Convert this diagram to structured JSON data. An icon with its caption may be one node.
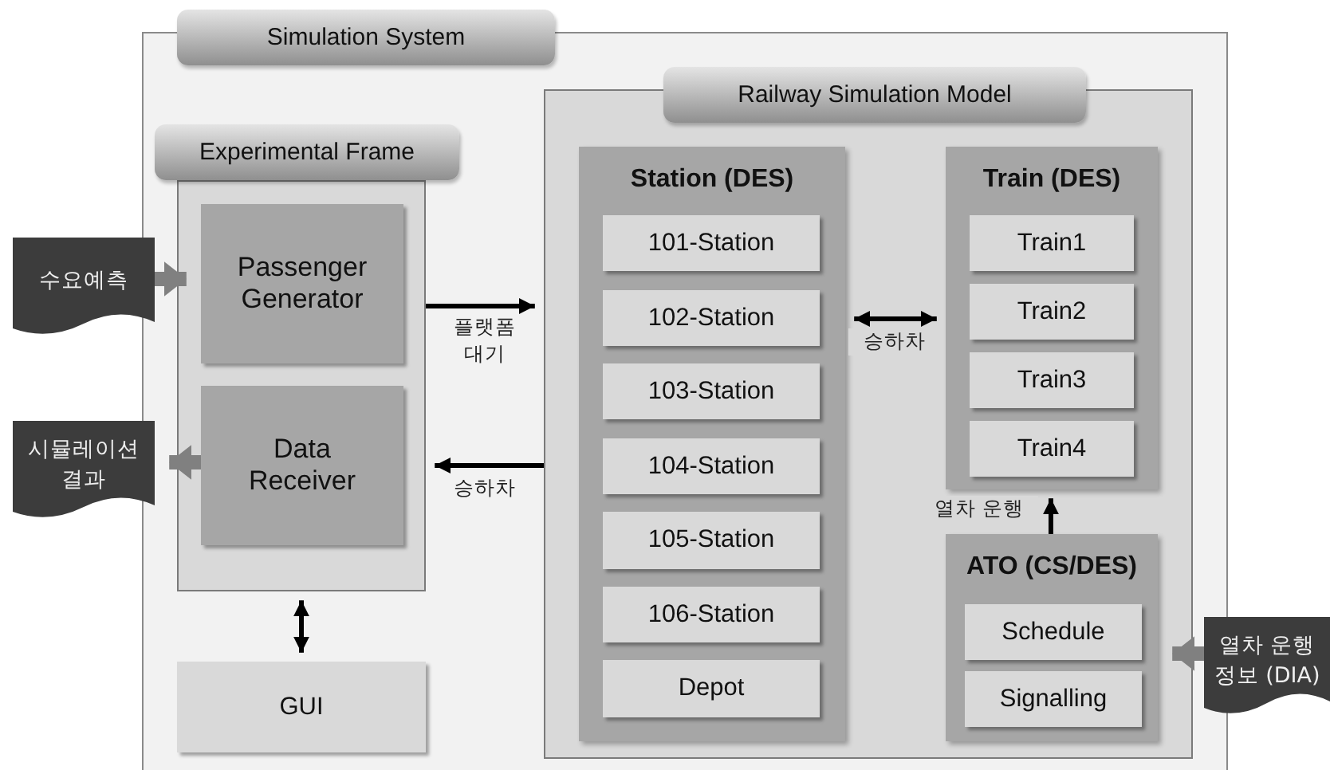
{
  "diagram": {
    "nodes": [
      {
        "text": [
          "Simulation System"
        ]
      },
      {
        "text": [
          "Experimental Frame"
        ],
        "in": 0
      },
      {
        "text": [
          "Passenger Generator"
        ],
        "in": 1
      },
      {
        "text": [
          "Data Receiver"
        ],
        "in": 1
      },
      {
        "text": [
          "GUI"
        ],
        "in": 0
      },
      {
        "text": [
          "Railway Simulation Model"
        ],
        "in": 0
      },
      {
        "text": [
          "Station (DES)"
        ],
        "in": 5
      },
      {
        "text": [
          "101-Station"
        ],
        "in": 6
      },
      {
        "text": [
          "102-Station"
        ],
        "in": 6
      },
      {
        "text": [
          "103-Station"
        ],
        "in": 6
      },
      {
        "text": [
          "104-Station"
        ],
        "in": 6
      },
      {
        "text": [
          "105-Station"
        ],
        "in": 6
      },
      {
        "text": [
          "106-Station"
        ],
        "in": 6
      },
      {
        "text": [
          "Depot"
        ],
        "in": 6
      },
      {
        "text": [
          "Train (DES)"
        ],
        "in": 5
      },
      {
        "text": [
          "Train1"
        ],
        "in": 14
      },
      {
        "text": [
          "Train2"
        ],
        "in": 14
      },
      {
        "text": [
          "Train3"
        ],
        "in": 14
      },
      {
        "text": [
          "Train4"
        ],
        "in": 14
      },
      {
        "text": [
          "ATO (CS/DES)"
        ],
        "in": 5
      },
      {
        "text": [
          "Schedule"
        ],
        "in": 19
      },
      {
        "text": [
          "Signalling"
        ],
        "in": 19
      },
      {
        "text": [
          "수요예측"
        ]
      },
      {
        "text": [
          "시뮬레이션 결과"
        ]
      },
      {
        "text": [
          "열차 운행 정보 (DIA)"
        ]
      }
    ],
    "edges": [
      {
        "from": 22,
        "to": 2,
        "arrow": "to",
        "style": "thick",
        "color": "#808080"
      },
      {
        "from": 3,
        "to": 23,
        "arrow": "to",
        "style": "thick",
        "color": "#808080"
      },
      {
        "from": 1,
        "to": 5,
        "arrow": "to",
        "label": "플랫폼 대기"
      },
      {
        "from": 5,
        "to": 1,
        "arrow": "to",
        "label": "승하차"
      },
      {
        "from": 1,
        "to": 4,
        "arrow": "both"
      },
      {
        "from": 6,
        "to": 14,
        "arrow": "both",
        "label": "승하차"
      },
      {
        "from": 19,
        "to": 14,
        "arrow": "to",
        "label": "열차 운행"
      },
      {
        "from": 24,
        "to": 19,
        "arrow": "to",
        "style": "thick",
        "color": "#808080"
      }
    ]
  }
}
